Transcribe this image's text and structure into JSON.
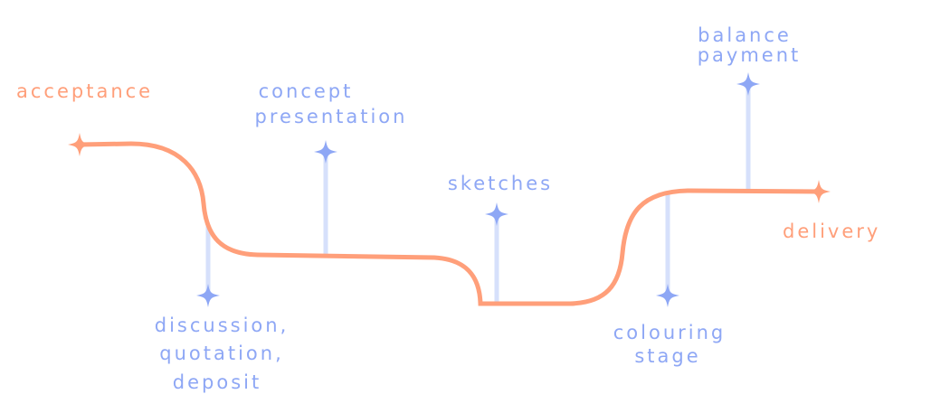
{
  "colors": {
    "path": "#ff9f7a",
    "milestone": "#8ea7f5",
    "stem": "#d6e0fb"
  },
  "start": {
    "label": "acceptance"
  },
  "end": {
    "label": "delivery"
  },
  "milestones": [
    {
      "lines": [
        "discussion,",
        "quotation,",
        "deposit"
      ]
    },
    {
      "lines": [
        "concept",
        "presentation"
      ]
    },
    {
      "lines": [
        "sketches"
      ]
    },
    {
      "lines": [
        "colouring",
        "stage"
      ]
    },
    {
      "lines": [
        "balance",
        "payment"
      ]
    }
  ]
}
